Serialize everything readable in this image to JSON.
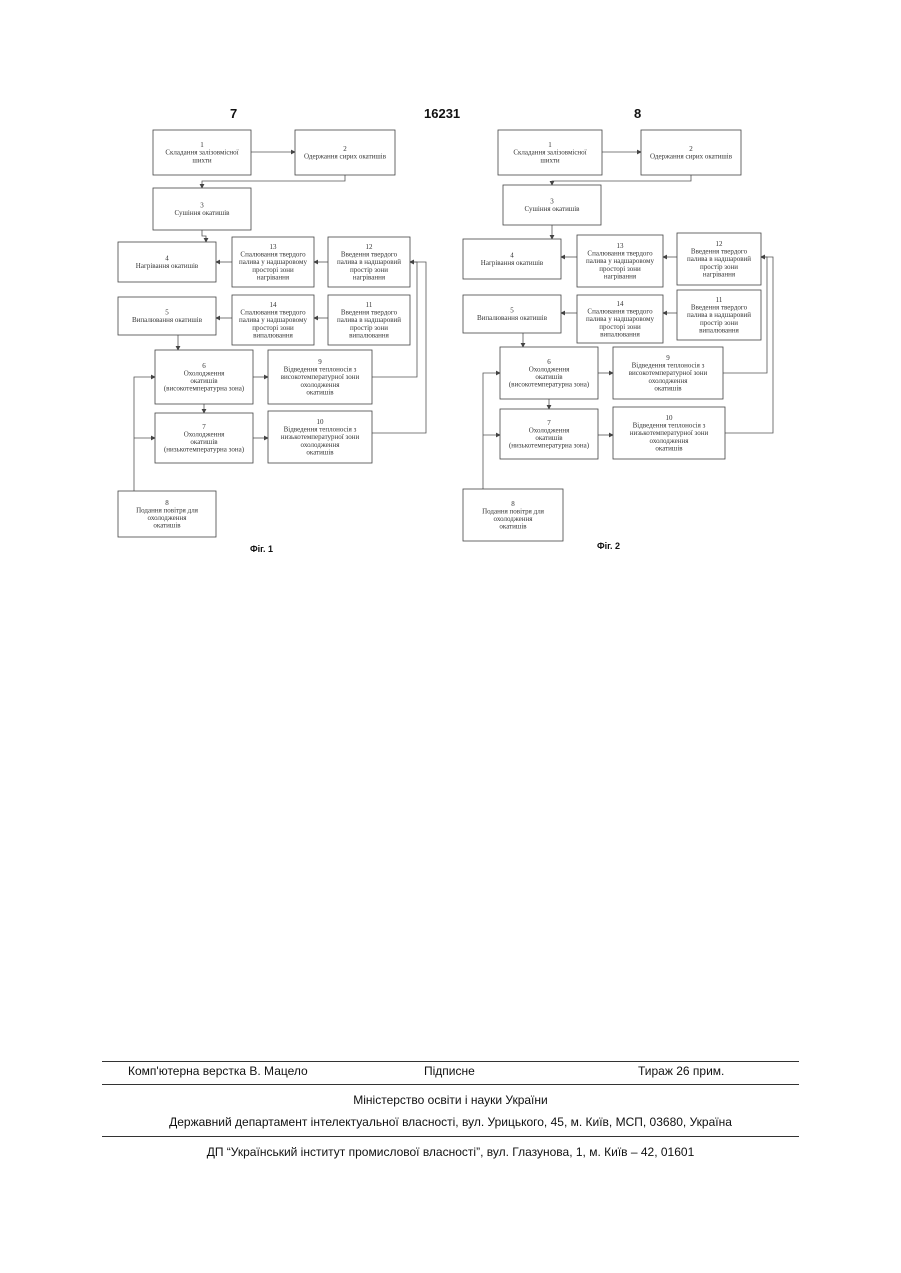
{
  "header": {
    "left_page": "7",
    "patent_number": "16231",
    "right_page": "8"
  },
  "figures": [
    {
      "caption": "Фіг. 1",
      "boxes": [
        {
          "id": "b1",
          "num": "1",
          "lines": [
            "Складання залізовмісної",
            "шихти"
          ]
        },
        {
          "id": "b2",
          "num": "2",
          "lines": [
            "Одержання сирих окатишів"
          ]
        },
        {
          "id": "b3",
          "num": "3",
          "lines": [
            "Сушіння окатишів"
          ]
        },
        {
          "id": "b4",
          "num": "4",
          "lines": [
            "Нагрівання окатишів"
          ]
        },
        {
          "id": "b13",
          "num": "13",
          "lines": [
            "Спалювання твердого",
            "палива у надшаровому",
            "просторі зони",
            "нагрівання"
          ]
        },
        {
          "id": "b12",
          "num": "12",
          "lines": [
            "Введення твердого",
            "палива в надшаровий",
            "простір зони",
            "нагрівання"
          ]
        },
        {
          "id": "b5",
          "num": "5",
          "lines": [
            "Випалювання окатишів"
          ]
        },
        {
          "id": "b14",
          "num": "14",
          "lines": [
            "Спалювання твердого",
            "палива у надшаровому",
            "просторі зони",
            "випалювання"
          ]
        },
        {
          "id": "b11",
          "num": "11",
          "lines": [
            "Введення твердого",
            "палива в надшаровий",
            "простір зони",
            "випалювання"
          ]
        },
        {
          "id": "b6",
          "num": "6",
          "lines": [
            "Охолодження",
            "окатишів",
            "(високотемпературна зона)"
          ]
        },
        {
          "id": "b9",
          "num": "9",
          "lines": [
            "Відведення теплоносія з",
            "високотемпературної зони",
            "охолодження",
            "окатишів"
          ]
        },
        {
          "id": "b7",
          "num": "7",
          "lines": [
            "Охолодження",
            "окатишів",
            "(низькотемпературна зона)"
          ]
        },
        {
          "id": "b10",
          "num": "10",
          "lines": [
            "Відведення теплоносія з",
            "низькотемпературної зони",
            "охолодження",
            "окатишів"
          ]
        },
        {
          "id": "b8",
          "num": "8",
          "lines": [
            "Подання повітря для",
            "охолодження",
            "окатишів"
          ]
        }
      ]
    },
    {
      "caption": "Фіг. 2",
      "boxes": [
        {
          "id": "b1",
          "num": "1",
          "lines": [
            "Складання залізовмісної",
            "шихти"
          ]
        },
        {
          "id": "b2",
          "num": "2",
          "lines": [
            "Одержання сирих окатишів"
          ]
        },
        {
          "id": "b3",
          "num": "3",
          "lines": [
            "Сушіння окатишів"
          ]
        },
        {
          "id": "b4",
          "num": "4",
          "lines": [
            "Нагрівання окатишів"
          ]
        },
        {
          "id": "b13",
          "num": "13",
          "lines": [
            "Спалювання твердого",
            "палива у надшаровому",
            "просторі зони",
            "нагрівання"
          ]
        },
        {
          "id": "b12",
          "num": "12",
          "lines": [
            "Введення твердого",
            "палива в надшаровий",
            "простір зони",
            "нагрівання"
          ]
        },
        {
          "id": "b5",
          "num": "5",
          "lines": [
            "Випалювання окатишів"
          ]
        },
        {
          "id": "b14",
          "num": "14",
          "lines": [
            "Спалювання твердого",
            "палива у надшаровому",
            "просторі зони",
            "випалювання"
          ]
        },
        {
          "id": "b11",
          "num": "11",
          "lines": [
            "Введення твердого",
            "палива в надшаровий",
            "простір зони",
            "випалювання"
          ]
        },
        {
          "id": "b6",
          "num": "6",
          "lines": [
            "Охолодження",
            "окатишів",
            "(високотемпературна зона)"
          ]
        },
        {
          "id": "b9",
          "num": "9",
          "lines": [
            "Відведення теплоносія з",
            "високотемпературної зони",
            "охолодження",
            "окатишів"
          ]
        },
        {
          "id": "b7",
          "num": "7",
          "lines": [
            "Охолодження",
            "окатишів",
            "(низькотемпературна зона)"
          ]
        },
        {
          "id": "b10",
          "num": "10",
          "lines": [
            "Відведення теплоносія з",
            "низькотемпературної зони",
            "охолодження",
            "окатишів"
          ]
        },
        {
          "id": "b8",
          "num": "8",
          "lines": [
            "Подання повітря для",
            "охолодження",
            "окатишів"
          ]
        }
      ]
    }
  ],
  "footer": {
    "layout_by": "Комп'ютерна верстка В. Мацело",
    "signed": "Підписне",
    "circulation": "Тираж 26 прим.",
    "ministry": "Міністерство освіти і науки України",
    "department": "Державний департамент інтелектуальної власності, вул. Урицького, 45, м. Київ, МСП, 03680, Україна",
    "institute": "ДП “Український інститут промислової власності”, вул. Глазунова, 1, м. Київ – 42, 01601"
  }
}
